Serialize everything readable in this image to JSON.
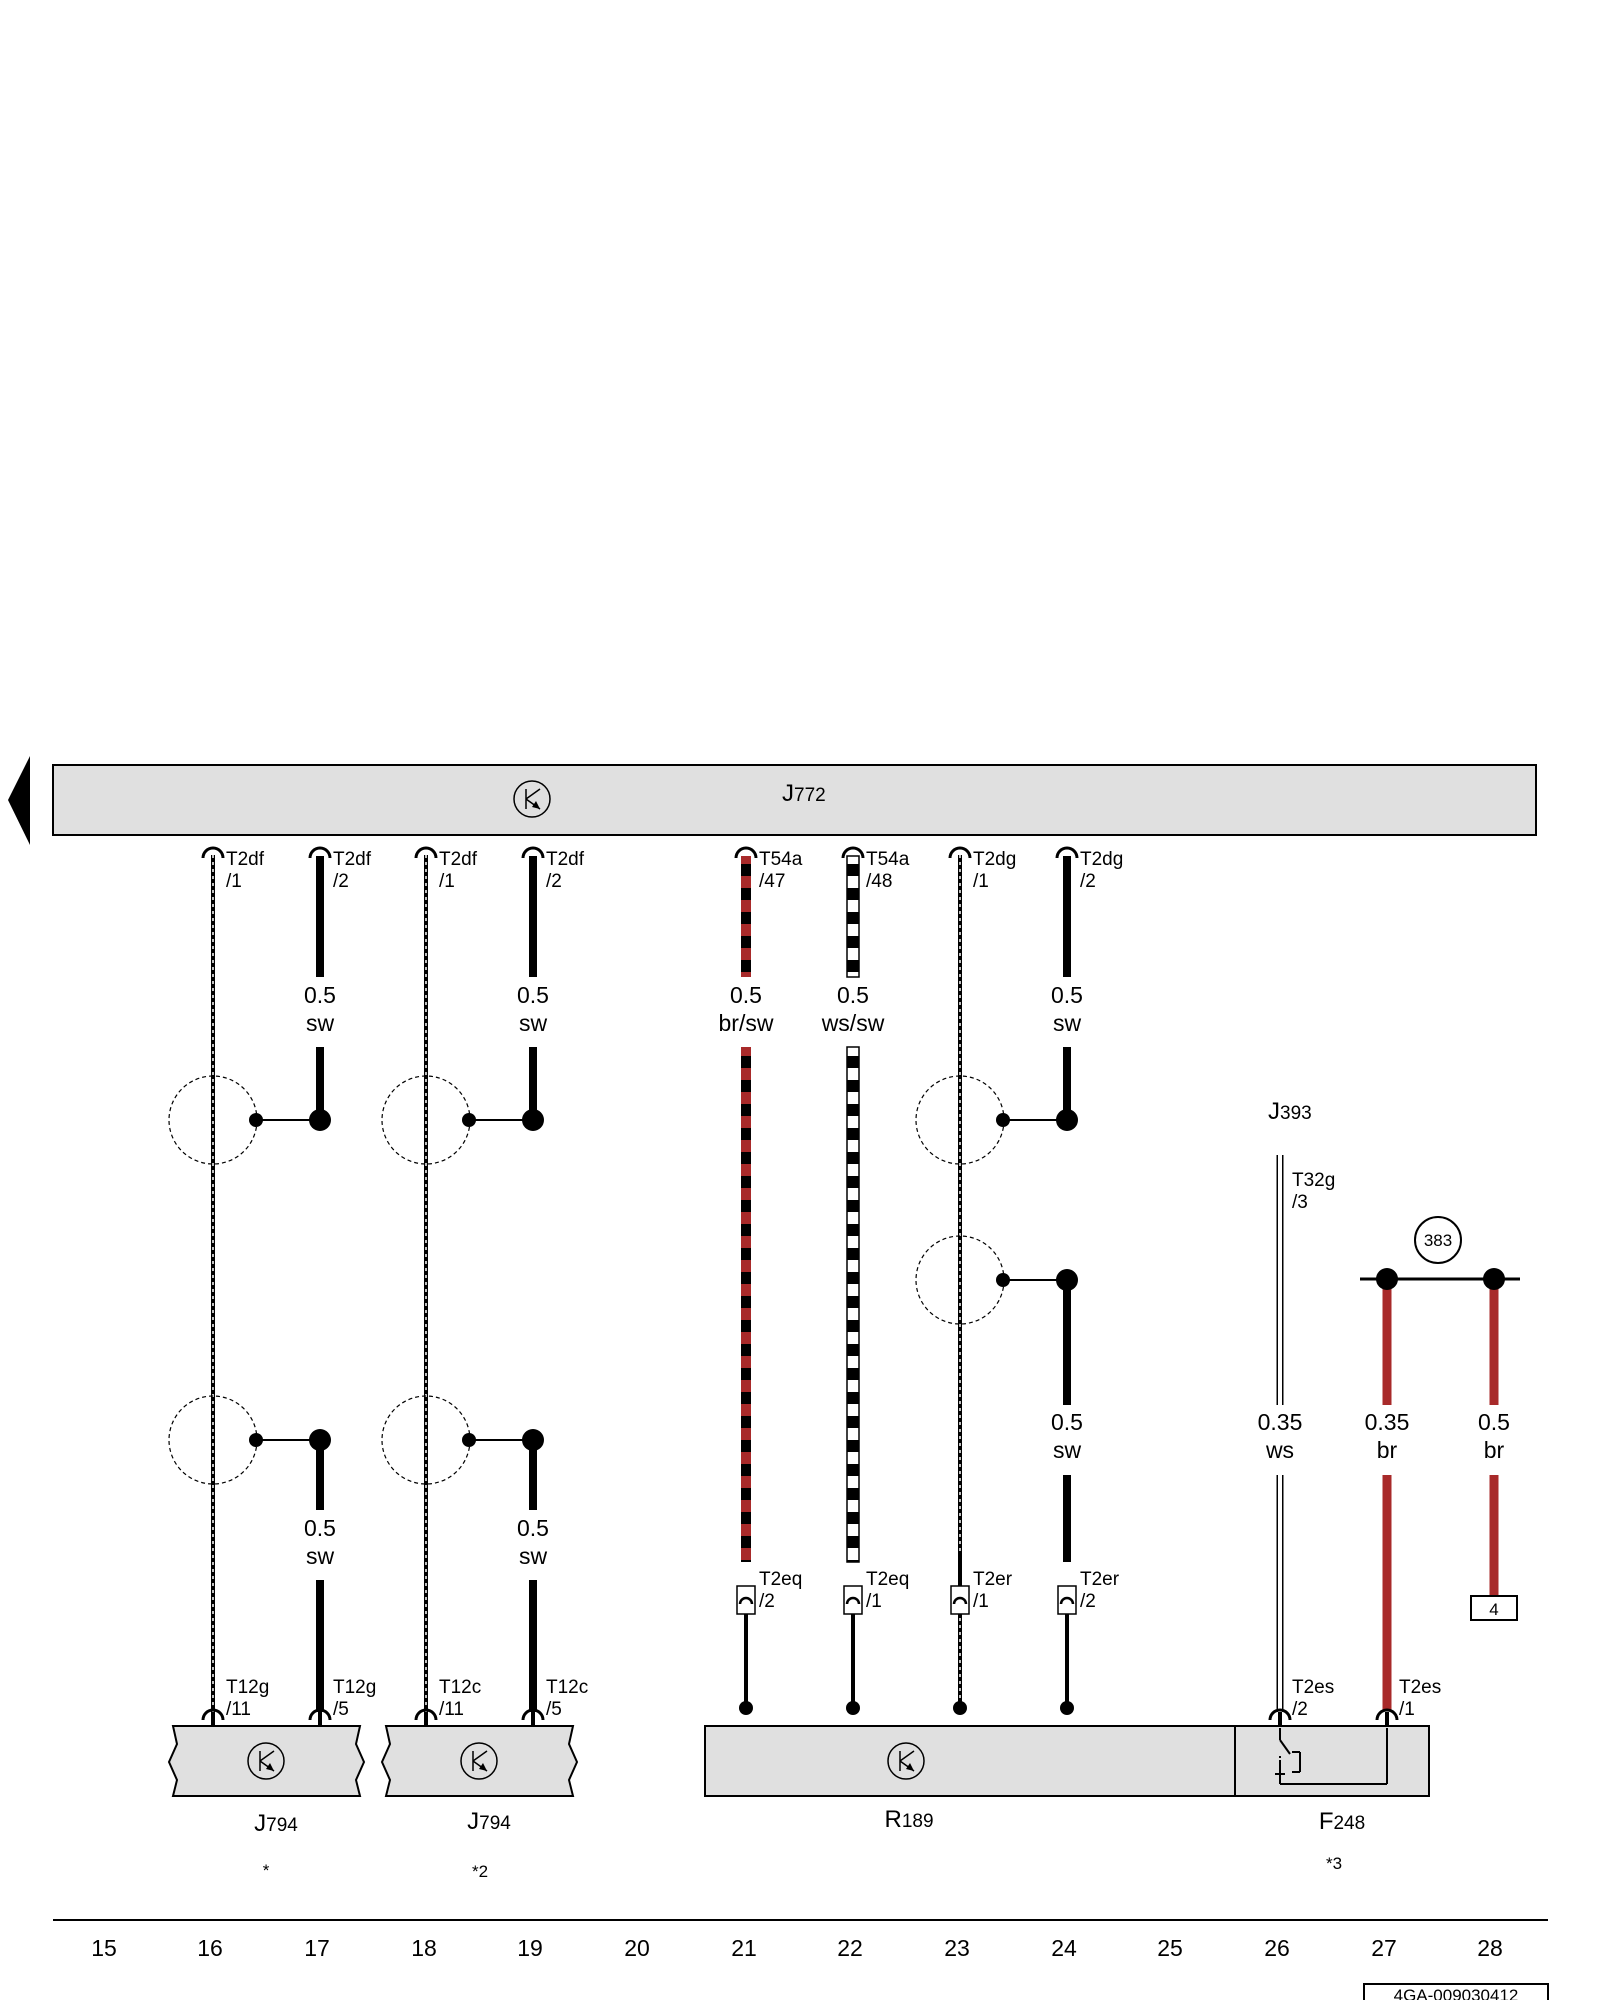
{
  "colors": {
    "black": "#000000",
    "red": "#a82a2a",
    "component_fill": "#e0e0e0",
    "background": "#ffffff"
  },
  "top_module": {
    "name": "J",
    "sub": "772",
    "icon": "transistor-icon",
    "nav_icon": "left-arrow-icon"
  },
  "top_pins": [
    {
      "conn": "T2df",
      "pin": "/1"
    },
    {
      "conn": "T2df",
      "pin": "/2"
    },
    {
      "conn": "T2df",
      "pin": "/1"
    },
    {
      "conn": "T2df",
      "pin": "/2"
    },
    {
      "conn": "T54a",
      "pin": "/47"
    },
    {
      "conn": "T54a",
      "pin": "/48"
    },
    {
      "conn": "T2dg",
      "pin": "/1"
    },
    {
      "conn": "T2dg",
      "pin": "/2"
    }
  ],
  "wire_labels": [
    {
      "size": "0.5",
      "color": "sw"
    },
    {
      "size": "0.5",
      "color": "sw"
    },
    {
      "size": "0.5",
      "color": "br/sw"
    },
    {
      "size": "0.5",
      "color": "ws/sw"
    },
    {
      "size": "0.5",
      "color": "sw"
    },
    {
      "size": "0.5",
      "color": "sw"
    },
    {
      "size": "0.5",
      "color": "sw"
    },
    {
      "size": "0.5",
      "color": "sw"
    },
    {
      "size": "0.35",
      "color": "ws"
    },
    {
      "size": "0.35",
      "color": "br"
    },
    {
      "size": "0.5",
      "color": "br"
    }
  ],
  "mid_pins": [
    {
      "conn": "T2eq",
      "pin": "/2"
    },
    {
      "conn": "T2eq",
      "pin": "/1"
    },
    {
      "conn": "T2er",
      "pin": "/1"
    },
    {
      "conn": "T2er",
      "pin": "/2"
    },
    {
      "conn": "T32g",
      "pin": "/3"
    }
  ],
  "bottom_pins": [
    {
      "conn": "T12g",
      "pin": "/11"
    },
    {
      "conn": "T12g",
      "pin": "/5"
    },
    {
      "conn": "T12c",
      "pin": "/11"
    },
    {
      "conn": "T12c",
      "pin": "/5"
    },
    {
      "conn": "T2es",
      "pin": "/2"
    },
    {
      "conn": "T2es",
      "pin": "/1"
    }
  ],
  "components": [
    {
      "name": "J",
      "sub": "794",
      "note": "*"
    },
    {
      "name": "J",
      "sub": "794",
      "note": "*2"
    },
    {
      "name": "R",
      "sub": "189",
      "note": ""
    },
    {
      "name": "F",
      "sub": "248",
      "note": "*3"
    },
    {
      "name": "J",
      "sub": "393",
      "note": ""
    }
  ],
  "ground_ref": "383",
  "terminal_ref": "4",
  "column_numbers": [
    "15",
    "16",
    "17",
    "18",
    "19",
    "20",
    "21",
    "22",
    "23",
    "24",
    "25",
    "26",
    "27",
    "28"
  ],
  "diagram_id": "4GA-009030412"
}
